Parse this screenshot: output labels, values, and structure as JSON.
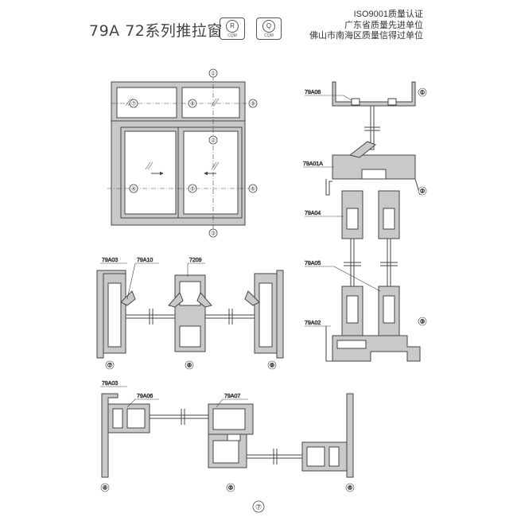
{
  "header": {
    "title": "79A 72系列推拉窗",
    "cert_badges": [
      {
        "symbol": "R",
        "sub": "CQM"
      },
      {
        "symbol": "Q",
        "sub": "CQM"
      }
    ],
    "qualifications": [
      "ISO9001质量认证",
      "广东省质量先进单位",
      "佛山市南海区质量信得过单位"
    ]
  },
  "elevation": {
    "callouts": [
      "①",
      "②",
      "③",
      "④",
      "⑤",
      "⑥",
      "⑦",
      "⑧",
      "⑨"
    ]
  },
  "sections": {
    "right_labels": [
      "79A08",
      "79A01A",
      "79A04",
      "79A05",
      "79A02"
    ],
    "right_callouts": [
      "①",
      "②",
      "③"
    ],
    "middle_labels": [
      "79A03",
      "79A10",
      "7209"
    ],
    "middle_callouts": [
      "⑦",
      "⑧",
      "⑨"
    ],
    "bottom_labels": [
      "79A03",
      "79A06",
      "79A07"
    ],
    "bottom_callouts": [
      "④",
      "⑤",
      "⑥"
    ]
  },
  "page_number": "⑦",
  "colors": {
    "frame_fill": "#c9c9c9",
    "line": "#444444",
    "glass": "#ffffff"
  }
}
